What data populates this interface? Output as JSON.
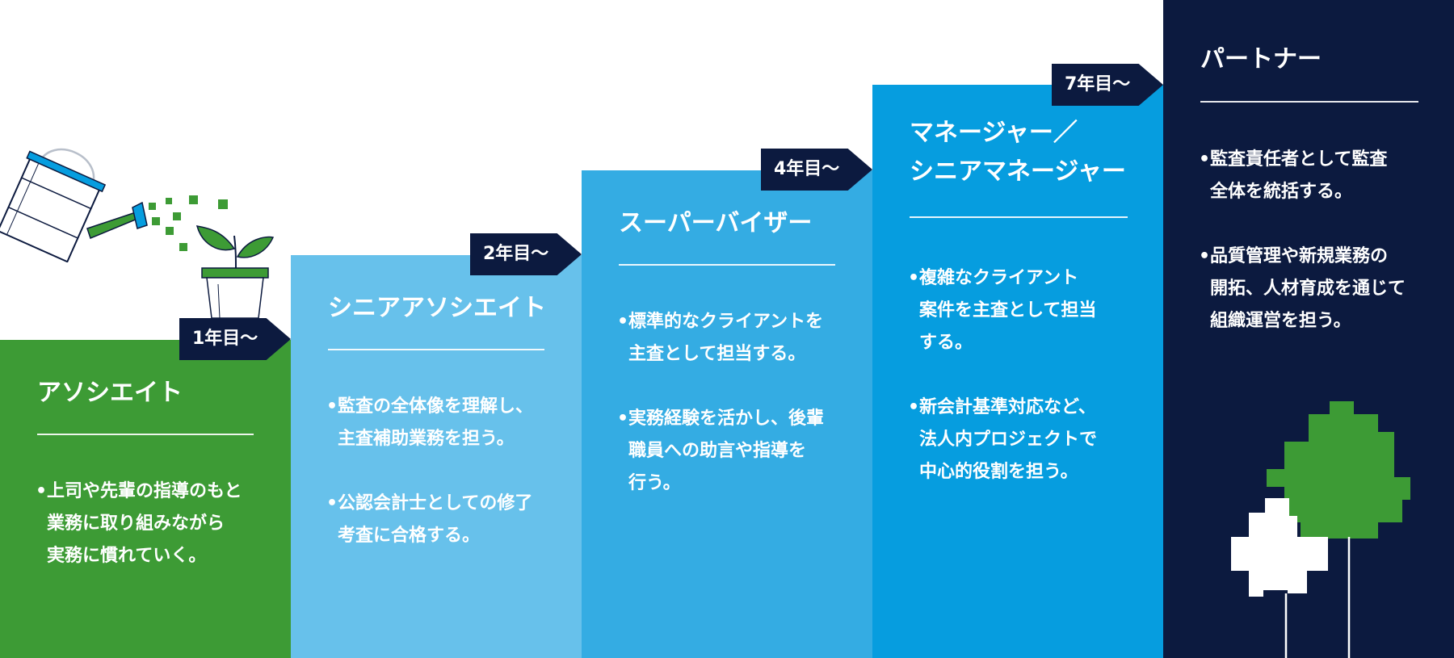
{
  "colors": {
    "associate": "#3d9b35",
    "senior_associate": "#67c1eb",
    "supervisor": "#34ace3",
    "manager": "#069ddf",
    "partner": "#0c1a3f",
    "tag": "#0c1a3f"
  },
  "steps": [
    {
      "id": "associate",
      "title": "アソシエイト",
      "year": "1年目〜",
      "bullets": [
        "上司や先輩の指導のもと\n業務に取り組みながら\n実務に慣れていく。"
      ]
    },
    {
      "id": "senior-associate",
      "title": "シニアアソシエイト",
      "year": "2年目〜",
      "bullets": [
        "監査の全体像を理解し、\n主査補助業務を担う。",
        "公認会計士としての修了\n考査に合格する。"
      ]
    },
    {
      "id": "supervisor",
      "title": "スーパーバイザー",
      "year": "4年目〜",
      "bullets": [
        "標準的なクライアントを\n主査として担当する。",
        "実務経験を活かし、後輩\n職員への助言や指導を\n行う。"
      ]
    },
    {
      "id": "manager",
      "title": "マネージャー／\nシニアマネージャー",
      "year": "7年目〜",
      "bullets": [
        "複雑なクライアント\n案件を主査として担当\nする。",
        "新会計基準対応など、\n法人内プロジェクトで\n中心的役割を担う。"
      ]
    },
    {
      "id": "partner",
      "title": "パートナー",
      "bullets": [
        " 監査責任者として監査\n全体を統括する。",
        "品質管理や新規業務の\n開拓、人材育成を通じて\n組織運営を担う。"
      ]
    }
  ],
  "icons": {
    "watering_can": "watering-can-icon",
    "sprout": "sprout-icon",
    "trees": "trees-icon"
  }
}
